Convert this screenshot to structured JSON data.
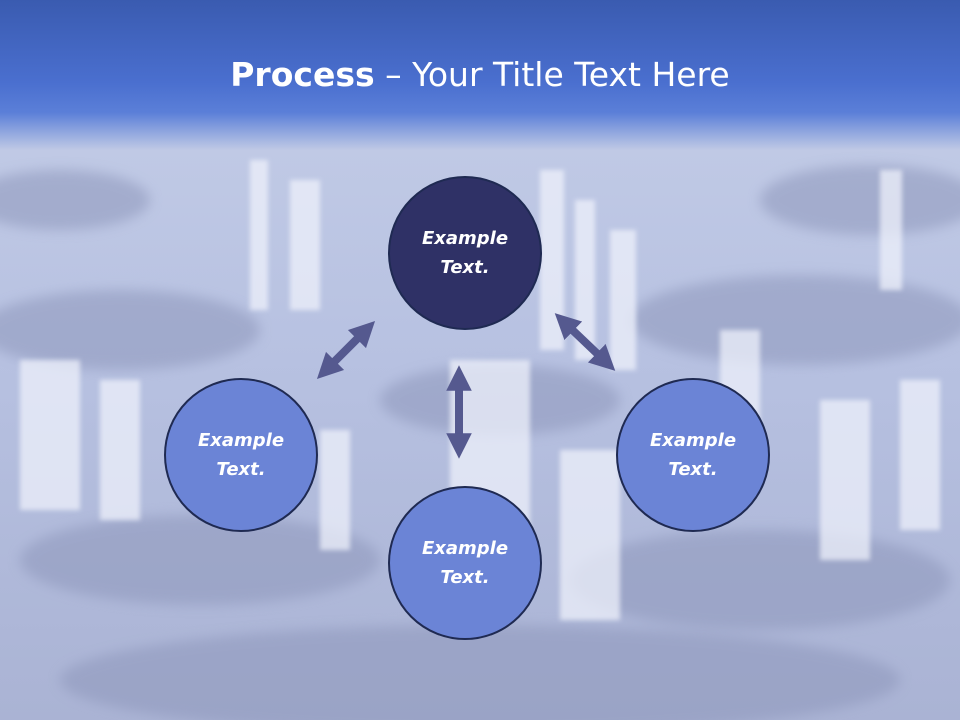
{
  "title": {
    "bold": "Process",
    "dash": " – ",
    "rest": "Your Title Text Here"
  },
  "nodes": {
    "top": {
      "line1": "Example",
      "line2": "Text."
    },
    "left": {
      "line1": "Example",
      "line2": "Text."
    },
    "right": {
      "line1": "Example",
      "line2": "Text."
    },
    "bottom": {
      "line1": "Example",
      "line2": "Text."
    }
  },
  "colors": {
    "header": "#4a6fcf",
    "primary_node": "#2f3166",
    "secondary_node": "#6b84d6",
    "arrow": "#55598f"
  }
}
